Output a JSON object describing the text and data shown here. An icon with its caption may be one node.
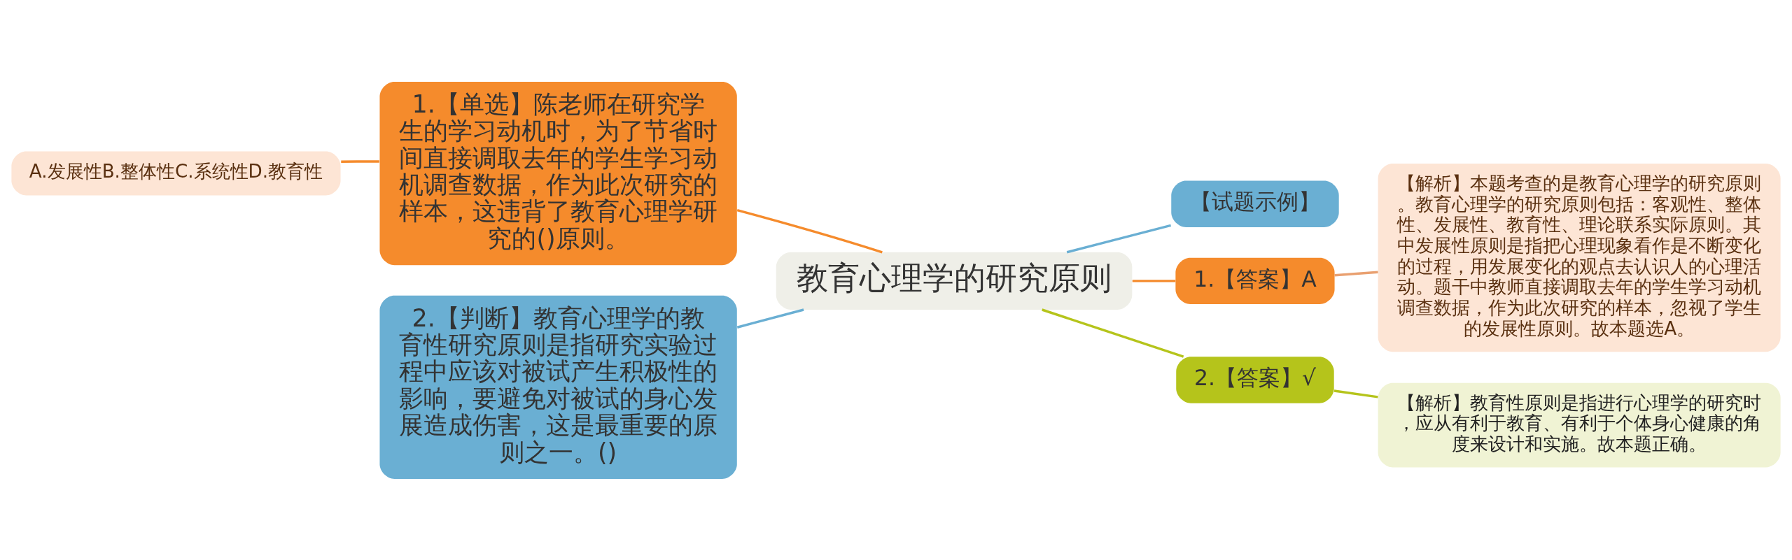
{
  "diagram": {
    "nodes": [
      {
        "text": [
          "教育心理学的研究原则"
        ]
      },
      {
        "text": [
          "1.【单选】陈老师在研究学生的学习动机时，为了节省时间直接调取去年的学生学习动机调查数据，作为此次研究的样本，这违背了教育心理学研究的()原则。"
        ]
      },
      {
        "text": [
          "A.发展性B.整体性C.系统性D.教育性"
        ]
      },
      {
        "text": [
          "2.【判断】教育心理学的教育性研究原则是指研究实验过程中应该对被试产生积极性的影响，要避免对被试的身心发展造成伤害，这是最重要的原则之一。()"
        ]
      },
      {
        "text": [
          "【试题示例】"
        ]
      },
      {
        "text": [
          "1.【答案】A"
        ]
      },
      {
        "text": [
          "【解析】本题考查的是教育心理学的研究原则。教育心理学的研究原则包括：客观性、整体性、发展性、教育性、理论联系实际原则。其中发展性原则是指把心理现象看作是不断变化的过程，用发展变化的观点去认识人的心理活动。题干中教师直接调取去年的学生学习动机调查数据，作为此次研究的样本，忽视了学生的发展性原则。故本题选A。"
        ]
      },
      {
        "text": [
          "2.【答案】√"
        ]
      },
      {
        "text": [
          "【解析】教育性原则是指进行心理学的研究时，应从有利于教育、有利于个体身心健康的角度来设计和实施。故本题正确。"
        ]
      }
    ],
    "edges": [
      {
        "from": 0,
        "to": 1,
        "arrow": "none",
        "color": "#f58b2c"
      },
      {
        "from": 1,
        "to": 2,
        "arrow": "none",
        "color": "#f58b2c"
      },
      {
        "from": 0,
        "to": 3,
        "arrow": "none",
        "color": "#6aafd3"
      },
      {
        "from": 0,
        "to": 4,
        "arrow": "none",
        "color": "#6aafd3"
      },
      {
        "from": 0,
        "to": 5,
        "arrow": "none",
        "color": "#f58b2c"
      },
      {
        "from": 5,
        "to": 6,
        "arrow": "none",
        "color": "#e9a070"
      },
      {
        "from": 0,
        "to": 7,
        "arrow": "none",
        "color": "#b5c41b"
      },
      {
        "from": 7,
        "to": 8,
        "arrow": "none",
        "color": "#b5c41b"
      }
    ]
  }
}
